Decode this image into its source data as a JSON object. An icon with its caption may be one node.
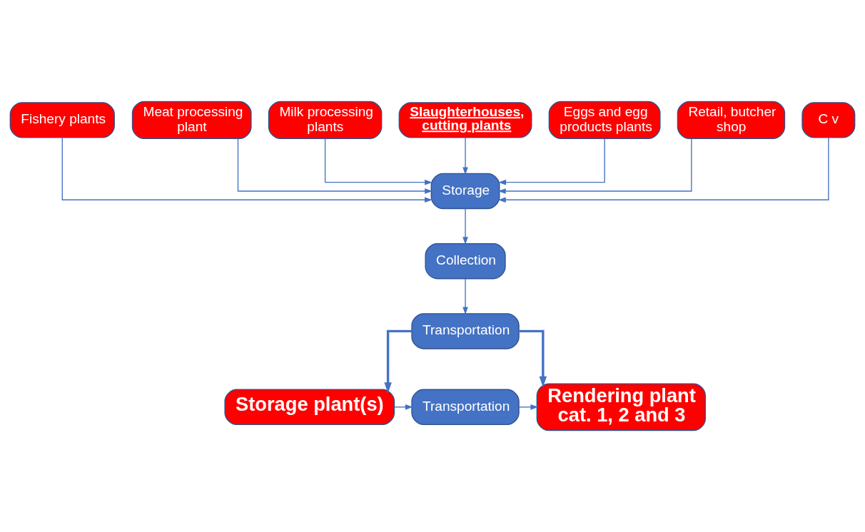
{
  "diagram": {
    "nodes": [
      {
        "text": [
          "Fishery plants"
        ]
      },
      {
        "text": [
          "Meat processing plant"
        ]
      },
      {
        "text": [
          "Milk processing plants"
        ]
      },
      {
        "text": [
          "Slaughterhouses, cutting plants"
        ]
      },
      {
        "text": [
          "Eggs and egg products plants"
        ]
      },
      {
        "text": [
          "Retail, butcher shop"
        ]
      },
      {
        "text": [
          "C v"
        ]
      },
      {
        "text": [
          "Storage"
        ]
      },
      {
        "text": [
          "Collection"
        ]
      },
      {
        "text": [
          "Transportation"
        ]
      },
      {
        "text": [
          "Storage plant(s)"
        ]
      },
      {
        "text": [
          "Transportation"
        ]
      },
      {
        "text": [
          "Rendering plant cat. 1, 2 and 3"
        ]
      }
    ],
    "edges": [
      {
        "from": 0,
        "to": 7,
        "arrow": "to"
      },
      {
        "from": 1,
        "to": 7,
        "arrow": "to"
      },
      {
        "from": 2,
        "to": 7,
        "arrow": "to"
      },
      {
        "from": 3,
        "to": 7,
        "arrow": "to"
      },
      {
        "from": 4,
        "to": 7,
        "arrow": "to"
      },
      {
        "from": 5,
        "to": 7,
        "arrow": "to"
      },
      {
        "from": 6,
        "to": 7,
        "arrow": "to"
      },
      {
        "from": 7,
        "to": 8,
        "arrow": "to"
      },
      {
        "from": 8,
        "to": 9,
        "arrow": "to"
      },
      {
        "from": 9,
        "to": 10,
        "arrow": "to",
        "style": "thick"
      },
      {
        "from": 9,
        "to": 12,
        "arrow": "to",
        "style": "thick"
      },
      {
        "from": 10,
        "to": 11,
        "arrow": "to"
      },
      {
        "from": 11,
        "to": 12,
        "arrow": "to"
      }
    ]
  }
}
